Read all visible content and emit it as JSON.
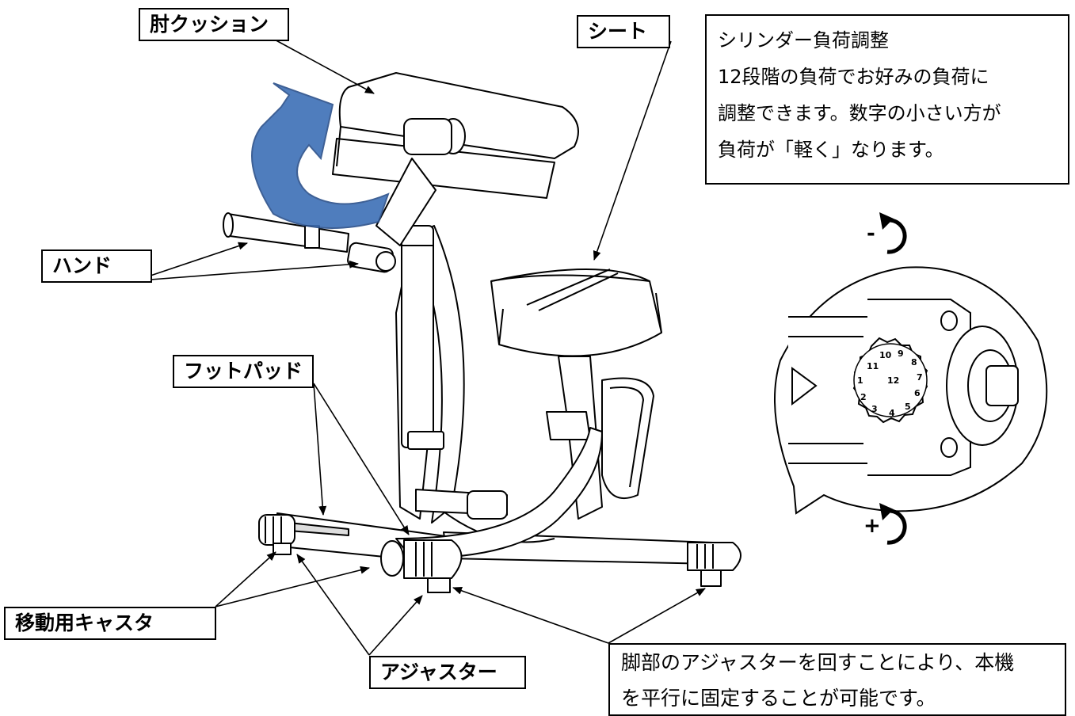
{
  "labels": {
    "elbow_cushion": "肘クッション",
    "seat": "シート",
    "hand": "ハンド",
    "foot_pad": "フットパッド",
    "casters": "移動用キャスタ",
    "adjuster": "アジャスター"
  },
  "cylinder_note": {
    "lines": [
      "シリンダー負荷調整",
      "12段階の負荷でお好みの負荷に",
      "調整できます。数字の小さい方が",
      "負荷が「軽く」なります。"
    ]
  },
  "adjuster_note": {
    "lines": [
      "脚部のアジャスターを回すことにより、本機",
      "を平行に固定することが可能です。"
    ]
  },
  "dial": {
    "numbers": [
      "1",
      "2",
      "3",
      "4",
      "5",
      "6",
      "7",
      "8",
      "9",
      "10",
      "11",
      "12"
    ],
    "minus_symbol": "-",
    "plus_symbol": "+"
  },
  "colors": {
    "rotation_arrow": "#3d6fb6",
    "line": "#000000"
  }
}
